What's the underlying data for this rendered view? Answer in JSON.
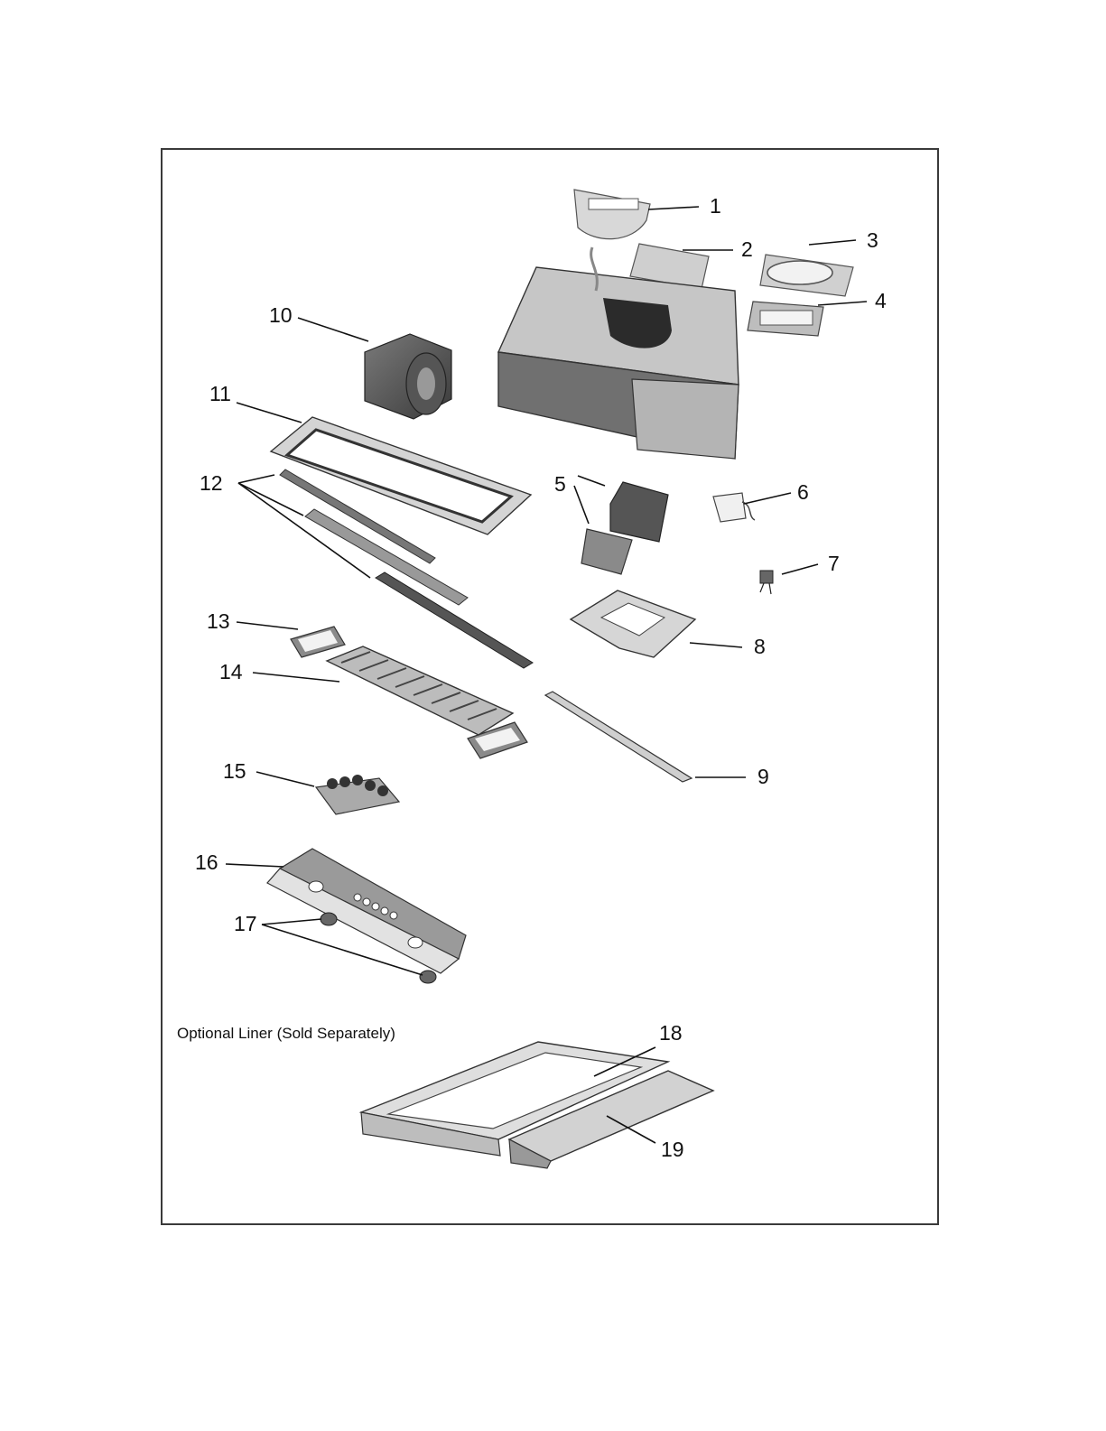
{
  "diagram": {
    "note": "Optional Liner (Sold Separately)",
    "callouts": {
      "c1": "1",
      "c2": "2",
      "c3": "3",
      "c4": "4",
      "c5": "5",
      "c6": "6",
      "c7": "7",
      "c8": "8",
      "c9": "9",
      "c10": "10",
      "c11": "11",
      "c12": "12",
      "c13": "13",
      "c14": "14",
      "c15": "15",
      "c16": "16",
      "c17": "17",
      "c18": "18",
      "c19": "19"
    }
  }
}
